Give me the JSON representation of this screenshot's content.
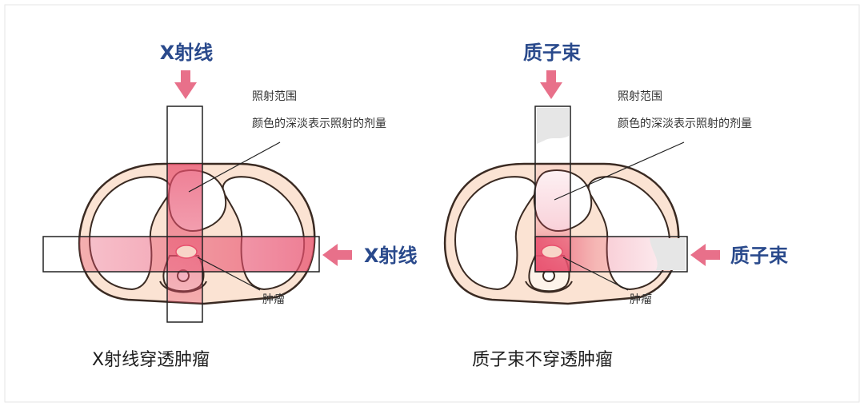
{
  "colors": {
    "beam_label": "#2a4a8c",
    "arrow": "#e8708a",
    "body_fill": "#fbe3d3",
    "body_outline": "#3a2a22",
    "dose_high": "#e8506e",
    "dose_low": "#ffffff",
    "tumor": "#f2c3b8"
  },
  "panels": [
    {
      "beam_label_top": "X射线",
      "beam_label_side": "X射线",
      "irradiation_title": "照射范围",
      "irradiation_desc": "颜色的深淡表示照射的剂量",
      "tumor_label": "肿瘤",
      "caption": "X射线穿透肿瘤"
    },
    {
      "beam_label_top": "质子束",
      "beam_label_side": "质子束",
      "irradiation_title": "照射范围",
      "irradiation_desc": "颜色的深淡表示照射的剂量",
      "tumor_label": "肿瘤",
      "caption": "质子束不穿透肿瘤"
    }
  ]
}
